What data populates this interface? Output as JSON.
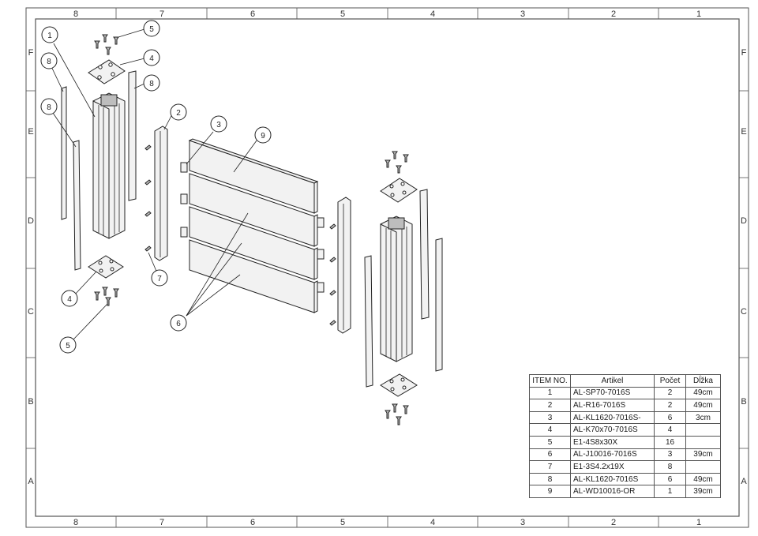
{
  "drawing": {
    "border_zones": {
      "columns": [
        "8",
        "7",
        "6",
        "5",
        "4",
        "3",
        "2",
        "1"
      ],
      "rows": [
        "F",
        "E",
        "D",
        "C",
        "B",
        "A"
      ]
    },
    "callouts": {
      "c1": "1",
      "c2": "2",
      "c3": "3",
      "c4a": "4",
      "c4b": "4",
      "c5a": "5",
      "c5b": "5",
      "c6": "6",
      "c7": "7",
      "c8a": "8",
      "c8b": "8",
      "c8c": "8",
      "c9": "9"
    }
  },
  "bom": {
    "headers": {
      "item": "ITEM NO.",
      "article": "Artikel",
      "count": "Počet",
      "length": "Dĺžka"
    },
    "rows": [
      {
        "item": "1",
        "article": "AL-SP70-7016S",
        "count": "2",
        "length": "49cm"
      },
      {
        "item": "2",
        "article": "AL-R16-7016S",
        "count": "2",
        "length": "49cm"
      },
      {
        "item": "3",
        "article": "AL-KL1620-7016S-",
        "count": "6",
        "length": "3cm"
      },
      {
        "item": "4",
        "article": "AL-K70x70-7016S",
        "count": "4",
        "length": ""
      },
      {
        "item": "5",
        "article": "E1-4S8x30X",
        "count": "16",
        "length": ""
      },
      {
        "item": "6",
        "article": "AL-J10016-7016S",
        "count": "3",
        "length": "39cm"
      },
      {
        "item": "7",
        "article": "E1-3S4.2x19X",
        "count": "8",
        "length": ""
      },
      {
        "item": "8",
        "article": "AL-KL1620-7016S",
        "count": "6",
        "length": "49cm"
      },
      {
        "item": "9",
        "article": "AL-WD10016-OR",
        "count": "1",
        "length": "39cm"
      }
    ]
  }
}
